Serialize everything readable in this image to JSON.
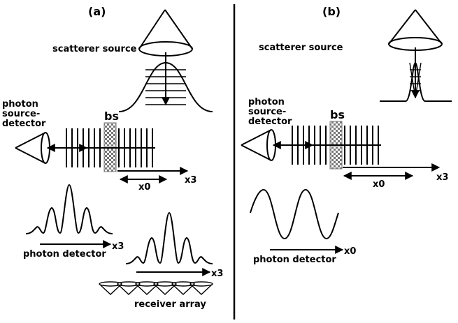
{
  "panel_a": {
    "label": "(a)",
    "scatterer_source": "scatterer source",
    "photon_source_detector": [
      "photon",
      "source-",
      "detector"
    ],
    "bs": "bs",
    "x0": "x0",
    "x3": "x3",
    "photon_detector": "photon detector",
    "receiver_array": "receiver array"
  },
  "panel_b": {
    "label": "(b)",
    "scatterer_source": "scatterer source",
    "photon_source_detector": [
      "photon",
      "source-",
      "detector"
    ],
    "bs": "bs",
    "x0": "x0",
    "x3": "x3",
    "photon_detector": "photon detector"
  }
}
